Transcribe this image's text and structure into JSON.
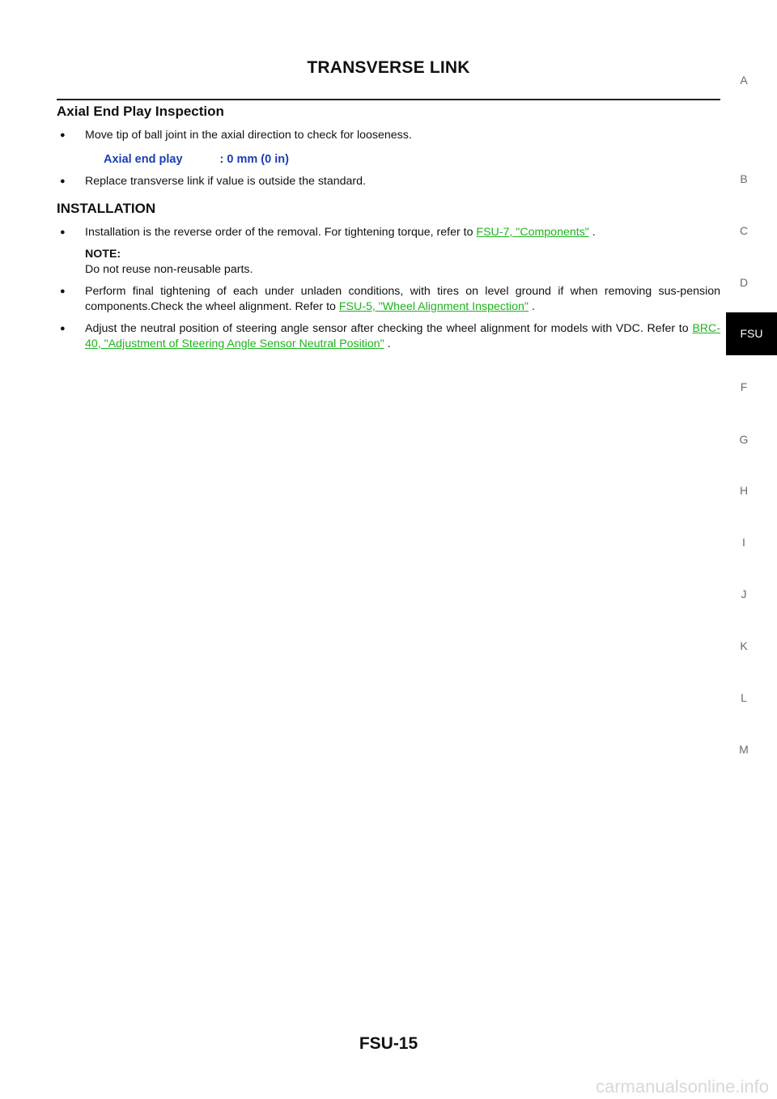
{
  "header": {
    "title": "TRANSVERSE LINK"
  },
  "sections": {
    "axial": {
      "title": "Axial End Play Inspection",
      "bullet1": "Move tip of ball joint in the axial direction to check for looseness.",
      "spec_label": "Axial end play",
      "spec_value": ": 0 mm (0 in)",
      "bullet2": "Replace transverse link if value is outside the standard."
    },
    "installation": {
      "title": "INSTALLATION",
      "bullet1_text": "Installation is the reverse order of the removal. For tightening torque, refer to ",
      "bullet1_link": "FSU-7, \"Components\"",
      "bullet1_tail": " .",
      "note_label": "NOTE:",
      "note_text": "Do not reuse non-reusable parts.",
      "bullet2_text": "Perform final tightening of each under unladen conditions, with tires on level ground if when removing sus-pension components.Check the wheel alignment. Refer to ",
      "bullet2_link": "FSU-5, \"Wheel Alignment Inspection\"",
      "bullet2_tail": " .",
      "bullet3_text": "Adjust the neutral position of steering angle sensor after checking the wheel alignment for models with VDC. Refer to ",
      "bullet3_link": "BRC-40, \"Adjustment of Steering Angle Sensor Neutral Position\"",
      "bullet3_tail": " ."
    }
  },
  "side_tabs": {
    "letters": [
      "A",
      "B",
      "C",
      "D",
      "F",
      "G",
      "H",
      "I",
      "J",
      "K",
      "L",
      "M"
    ],
    "active": "FSU"
  },
  "footer": {
    "page_number": "FSU-15"
  },
  "watermark": "carmanualsonline.info",
  "colors": {
    "spec": "#1a3fb5",
    "link": "#1db31d",
    "active_tab_bg": "#000000"
  }
}
